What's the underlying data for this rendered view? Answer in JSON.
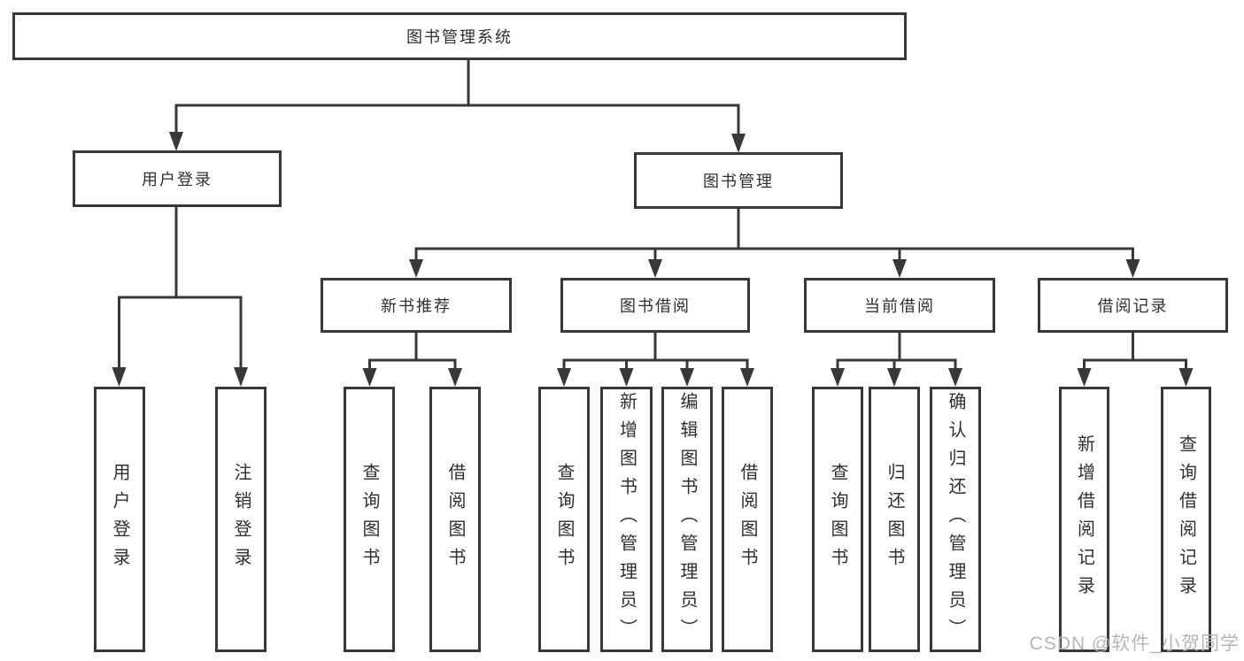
{
  "colors": {
    "background": "#ffffff",
    "box_border": "#383838",
    "line": "#383838",
    "text": "#2f2f2f",
    "watermark": "#b2b2b2"
  },
  "nodes": {
    "root": "图书管理系统",
    "user_login": "用户登录",
    "book_management": "图书管理",
    "new_book_recommend": "新书推荐",
    "book_borrowing": "图书借阅",
    "current_borrowing": "当前借阅",
    "borrowing_records": "借阅记录",
    "ul_login": "用户登录",
    "ul_logout": "注销登录",
    "nb_query_book": "查询图书",
    "nb_borrow_book": "借阅图书",
    "bb_query_book": "查询图书",
    "bb_add_book": "新增图书（管理员）",
    "bb_edit_book": "编辑图书（管理员）",
    "bb_borrow_book": "借阅图书",
    "cb_query_book": "查询图书",
    "cb_return_book": "归还图书",
    "cb_confirm_return": "确认归还（管理员）",
    "br_add_record": "新增借阅记录",
    "br_query_record": "查询借阅记录"
  },
  "hierarchy": {
    "图书管理系统": {
      "用户登录": [
        "用户登录",
        "注销登录"
      ],
      "图书管理": {
        "新书推荐": [
          "查询图书",
          "借阅图书"
        ],
        "图书借阅": [
          "查询图书",
          "新增图书（管理员）",
          "编辑图书（管理员）",
          "借阅图书"
        ],
        "当前借阅": [
          "查询图书",
          "归还图书",
          "确认归还（管理员）"
        ],
        "借阅记录": [
          "新增借阅记录",
          "查询借阅记录"
        ]
      }
    }
  },
  "watermark": "CSDN @软件_小贺同学"
}
